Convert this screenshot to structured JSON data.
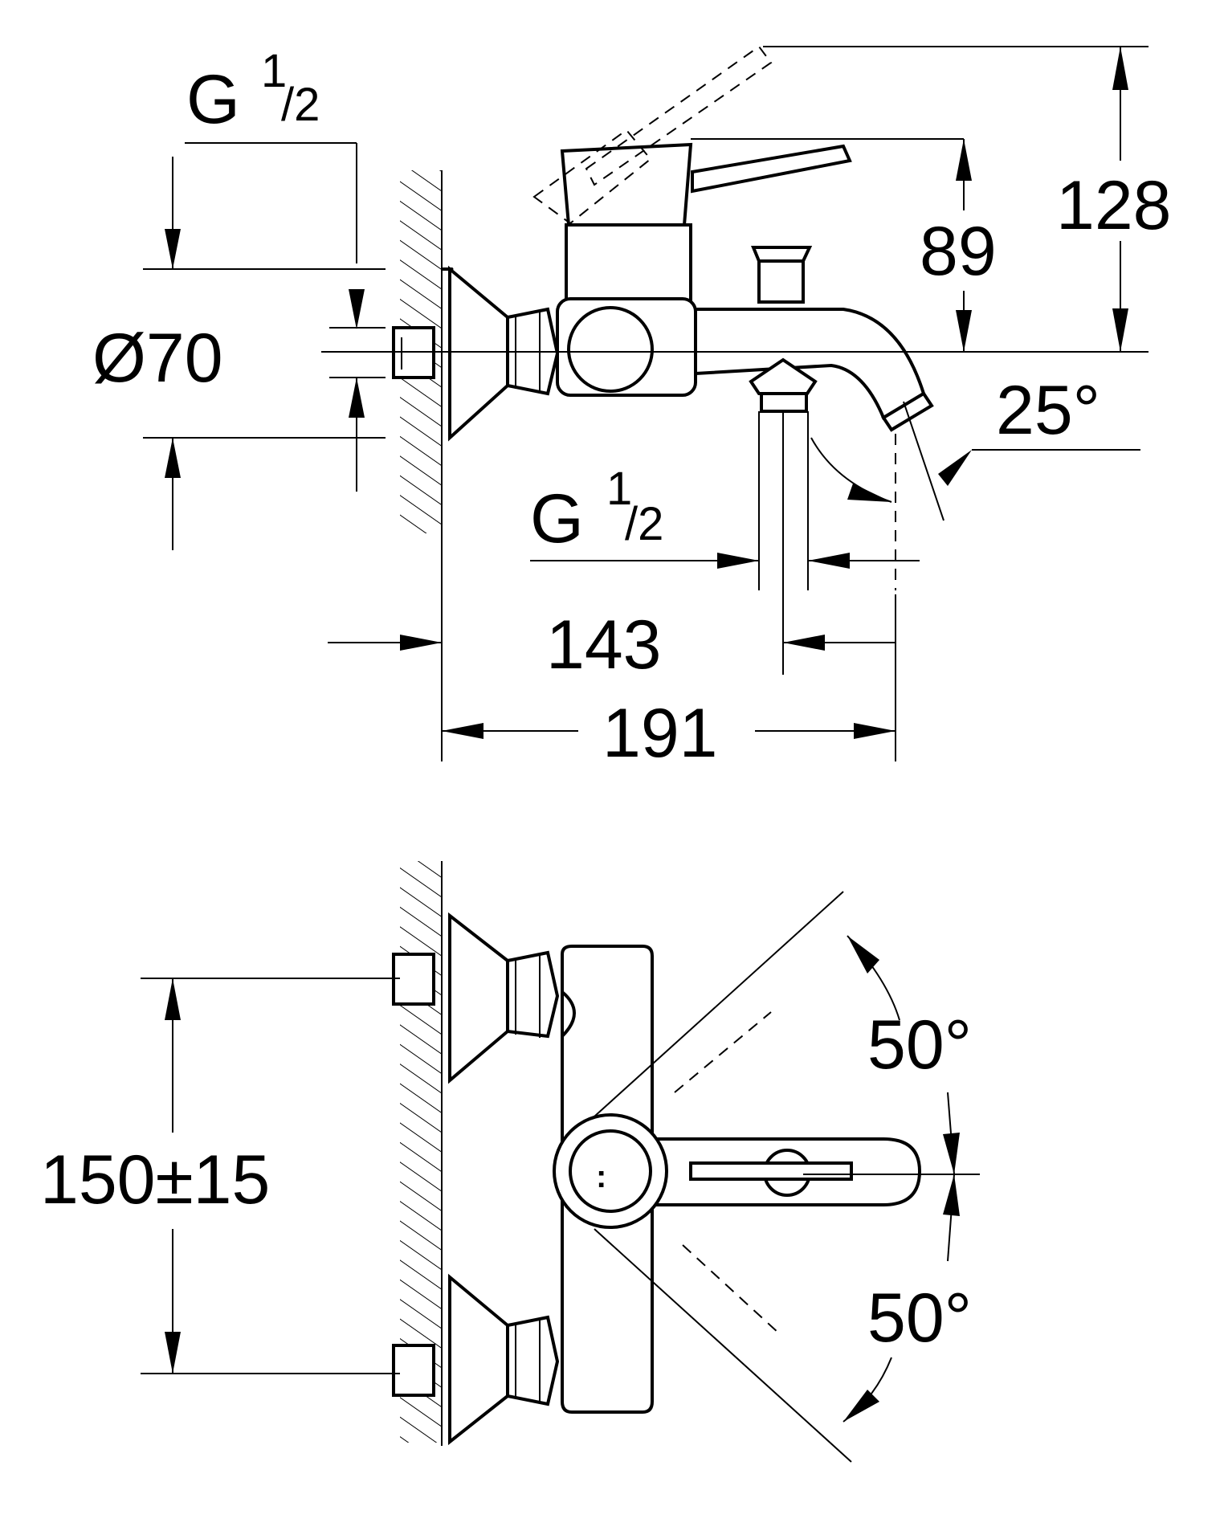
{
  "colors": {
    "line": "#000000",
    "background": "#ffffff"
  },
  "side_view": {
    "thread_top": {
      "main": "G",
      "sup": "1",
      "sub": "/2"
    },
    "diameter": "Ø70",
    "height_lever": "89",
    "height_total": "128",
    "angle_spout": "25°",
    "thread_bottom": {
      "main": "G",
      "sup": "1",
      "sub": "/2"
    },
    "projection_outlet": "143",
    "projection_total": "191"
  },
  "top_view": {
    "centres": "150±15",
    "angle_upper": "50°",
    "angle_lower": "50°"
  }
}
